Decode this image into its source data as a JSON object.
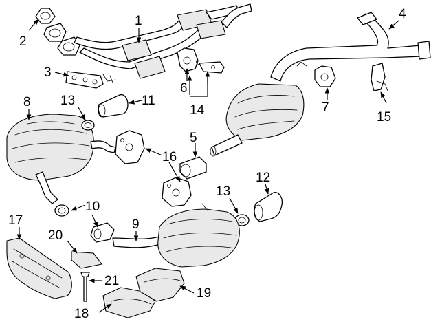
{
  "callouts": [
    {
      "id": "1",
      "label": "1"
    },
    {
      "id": "2",
      "label": "2"
    },
    {
      "id": "3",
      "label": "3"
    },
    {
      "id": "4",
      "label": "4"
    },
    {
      "id": "5",
      "label": "5"
    },
    {
      "id": "6",
      "label": "6"
    },
    {
      "id": "7",
      "label": "7"
    },
    {
      "id": "8",
      "label": "8"
    },
    {
      "id": "9",
      "label": "9"
    },
    {
      "id": "10",
      "label": "10"
    },
    {
      "id": "11",
      "label": "11"
    },
    {
      "id": "12",
      "label": "12"
    },
    {
      "id": "13a",
      "label": "13"
    },
    {
      "id": "13b",
      "label": "13"
    },
    {
      "id": "14",
      "label": "14"
    },
    {
      "id": "15",
      "label": "15"
    },
    {
      "id": "16",
      "label": "16"
    },
    {
      "id": "17",
      "label": "17"
    },
    {
      "id": "18",
      "label": "18"
    },
    {
      "id": "19",
      "label": "19"
    },
    {
      "id": "20",
      "label": "20"
    },
    {
      "id": "21",
      "label": "21"
    }
  ]
}
